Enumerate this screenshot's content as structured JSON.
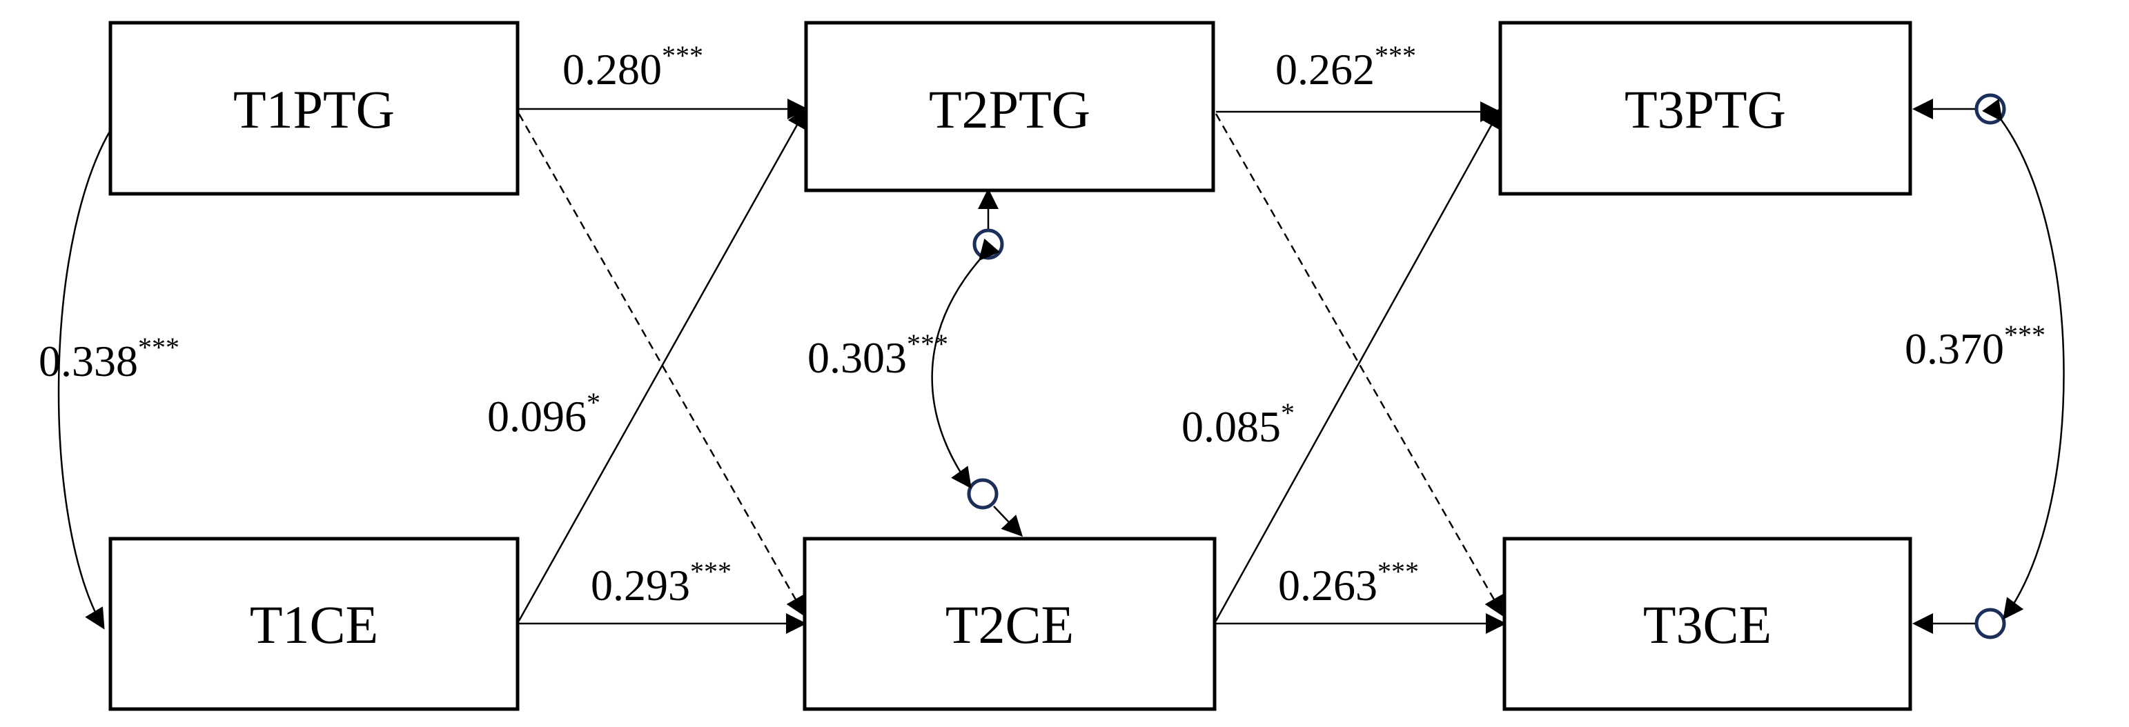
{
  "nodes": {
    "t1ptg": "T1PTG",
    "t2ptg": "T2PTG",
    "t3ptg": "T3PTG",
    "t1ce": "T1CE",
    "t2ce": "T2CE",
    "t3ce": "T3CE"
  },
  "coefficients": {
    "t1ptg_t2ptg": {
      "value": "0.280",
      "sig": "***"
    },
    "t2ptg_t3ptg": {
      "value": "0.262",
      "sig": "***"
    },
    "t1ce_t2ce": {
      "value": "0.293",
      "sig": "***"
    },
    "t2ce_t3ce": {
      "value": "0.263",
      "sig": "***"
    },
    "t1ce_t2ptg": {
      "value": "0.096",
      "sig": "*"
    },
    "t2ce_t3ptg": {
      "value": "0.085",
      "sig": "*"
    },
    "t1_cov": {
      "value": "0.338",
      "sig": "***"
    },
    "t2_cov": {
      "value": "0.303",
      "sig": "***"
    },
    "t3_cov": {
      "value": "0.370",
      "sig": "***"
    }
  },
  "colors": {
    "line": "#000000",
    "error_term_stroke": "#1c2f5a"
  }
}
